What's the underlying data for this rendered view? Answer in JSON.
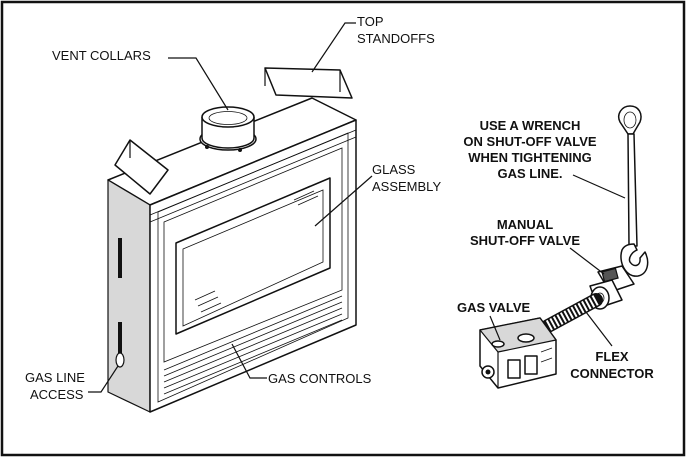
{
  "labels": {
    "vent_collars": "VENT COLLARS",
    "top_standoffs_1": "TOP",
    "top_standoffs_2": "STANDOFFS",
    "glass_assembly_1": "GLASS",
    "glass_assembly_2": "ASSEMBLY",
    "gas_line_access_1": "GAS LINE",
    "gas_line_access_2": "ACCESS",
    "gas_controls": "GAS CONTROLS",
    "wrench_note_1": "USE A WRENCH",
    "wrench_note_2": "ON SHUT-OFF VALVE",
    "wrench_note_3": "WHEN TIGHTENING",
    "wrench_note_4": "GAS LINE.",
    "manual_valve_1": "MANUAL",
    "manual_valve_2": "SHUT-OFF VALVE",
    "gas_valve": "GAS VALVE",
    "flex_connector_1": "FLEX",
    "flex_connector_2": "CONNECTOR"
  }
}
